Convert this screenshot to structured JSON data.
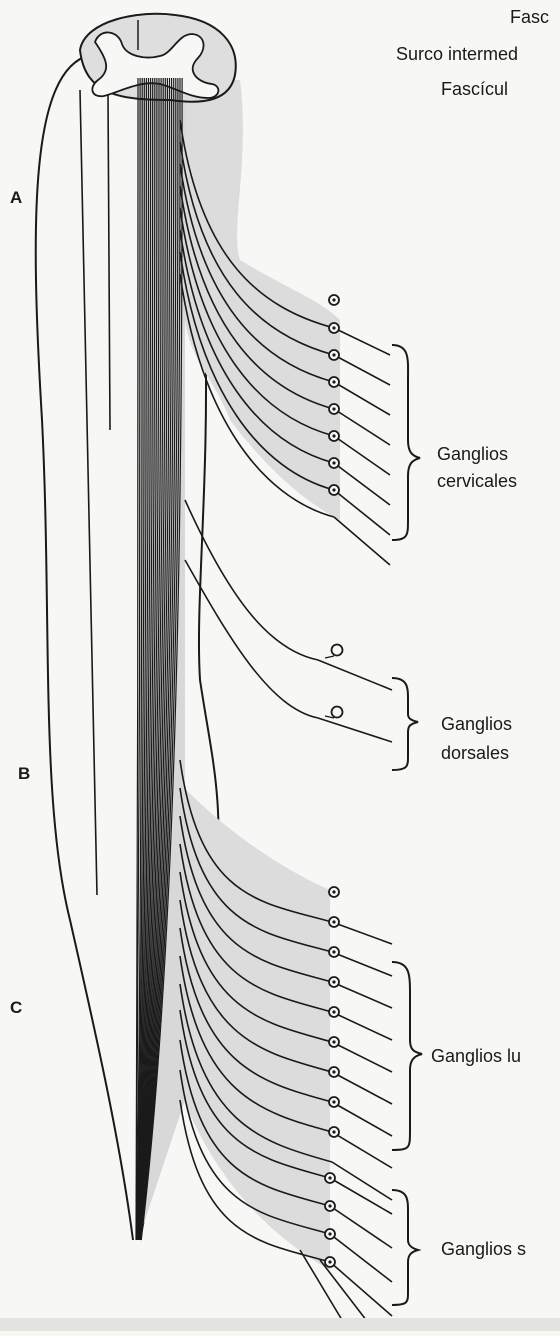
{
  "labels": {
    "top": {
      "fasciculo": "Fasc",
      "surco": "Surco intermed",
      "fasciculo2": "Fascícul"
    },
    "regions": {
      "a": "A",
      "b": "B",
      "c": "C"
    },
    "ganglia": {
      "cervicales_1": "Ganglios",
      "cervicales_2": "cervicales",
      "dorsales_1": "Ganglios",
      "dorsales_2": "dorsales",
      "lumbares": "Ganglios lu",
      "sacros": "Ganglios s"
    }
  },
  "colors": {
    "fill": "#dcdcdc",
    "ink": "#1a1a1a",
    "bg": "#f7f7f5"
  },
  "root_groups": {
    "cervical_count": 8,
    "dorsal_count": 2,
    "lumbar_count": 9,
    "sacral_count": 4
  }
}
